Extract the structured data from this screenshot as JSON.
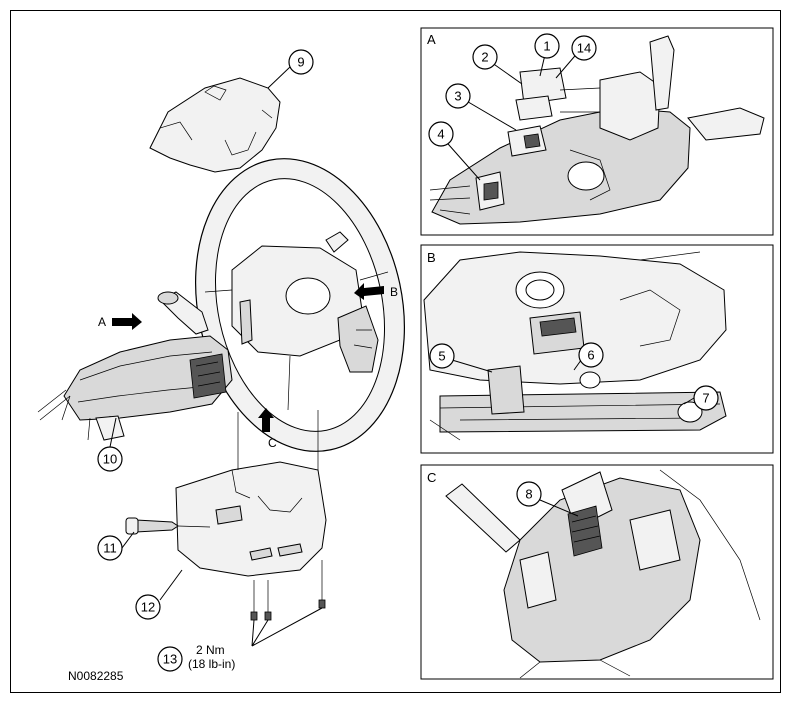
{
  "figure_id": "N0082285",
  "view_labels": {
    "a": "A",
    "b": "B",
    "c": "C"
  },
  "torque": {
    "value": "2 Nm",
    "imperial": "(18 lb-in)"
  },
  "callouts": {
    "c1": "1",
    "c2": "2",
    "c3": "3",
    "c4": "4",
    "c5": "5",
    "c6": "6",
    "c7": "7",
    "c8": "8",
    "c9": "9",
    "c10": "10",
    "c11": "11",
    "c12": "12",
    "c13": "13",
    "c14": "14"
  }
}
